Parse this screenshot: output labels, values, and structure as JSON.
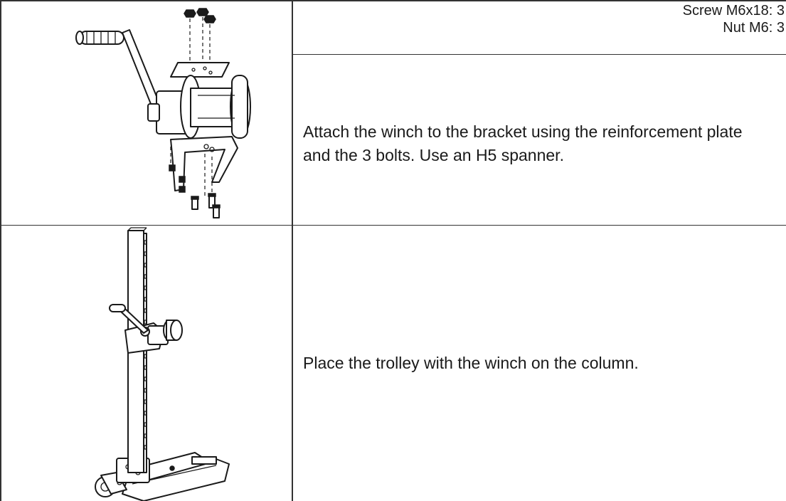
{
  "step1": {
    "parts": [
      "Screw M6x18: 3",
      "Nut M6: 3"
    ],
    "instruction": "Attach the winch to the bracket using the reinforcement plate and the 3 bolts. Use an H5 spanner."
  },
  "step2": {
    "instruction": "Place the trolley with the winch on the column."
  }
}
